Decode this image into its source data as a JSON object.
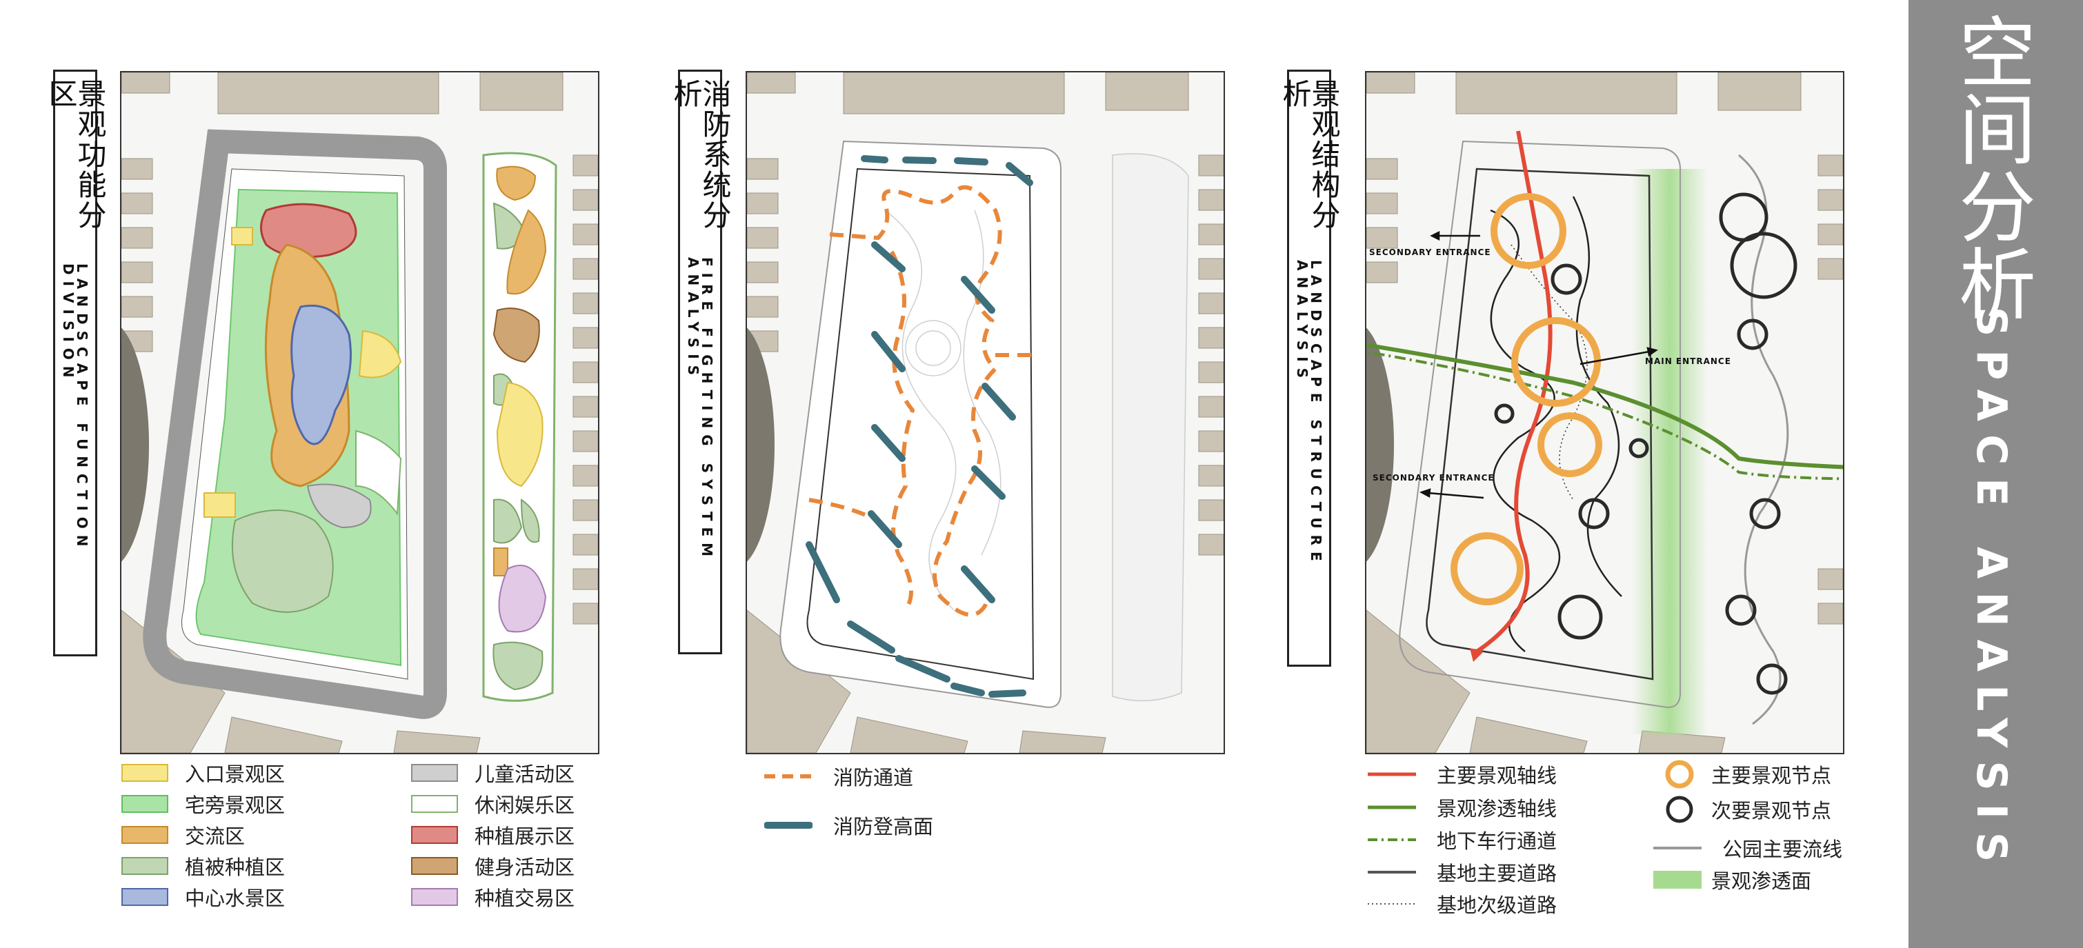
{
  "panel1": {
    "title_cn": "景观功能分区",
    "title_en": "LANDSCAPE FUNCTION DIVISION",
    "legend": [
      {
        "label": "入口景观区",
        "fill": "#f8e68a",
        "border": "#d9b93a"
      },
      {
        "label": "宅旁景观区",
        "fill": "#a9e3a6",
        "border": "#5fbf5f"
      },
      {
        "label": "交流区",
        "fill": "#e8b76a",
        "border": "#c68a2a"
      },
      {
        "label": "植被种植区",
        "fill": "#bfd8b3",
        "border": "#7da26a"
      },
      {
        "label": "中心水景区",
        "fill": "#a9b9de",
        "border": "#4f68a8"
      },
      {
        "label": "儿童活动区",
        "fill": "#cfcfcf",
        "border": "#8c8c8c"
      },
      {
        "label": "休闲娱乐区",
        "fill": "#ffffff",
        "border": "#7fb36a"
      },
      {
        "label": "种植展示区",
        "fill": "#e08a86",
        "border": "#b03a33"
      },
      {
        "label": "健身活动区",
        "fill": "#cfa574",
        "border": "#8a5b27"
      },
      {
        "label": "种植交易区",
        "fill": "#e2c9e6",
        "border": "#a57bb0"
      }
    ]
  },
  "panel2": {
    "title_cn": "消防系统分析",
    "title_en": "FIRE FIGHTING SYSTEM ANALYSIS",
    "legend": [
      {
        "label": "消防通道",
        "color": "#e8873a",
        "style": "dashed"
      },
      {
        "label": "消防登高面",
        "color": "#3d6f7c",
        "style": "solid"
      }
    ]
  },
  "panel3": {
    "title_cn": "景观结构分析",
    "title_en": "LANDSCAPE STRUCTURE ANALYSIS",
    "annotations": {
      "secondary_entrance_1": "SECONDARY ENTRANCE",
      "main_entrance": "MAIN ENTRANCE",
      "secondary_entrance_2": "SECONDARY ENTRANCE"
    },
    "legend_left": [
      {
        "label": "主要景观轴线",
        "color": "#e34a36",
        "style": "solid"
      },
      {
        "label": "景观渗透轴线",
        "color": "#5b8f2f",
        "style": "solid"
      },
      {
        "label": "地下车行通道",
        "color": "#5b8f2f",
        "style": "dashdot"
      },
      {
        "label": "基地主要道路",
        "color": "#555555",
        "style": "solid"
      },
      {
        "label": "基地次级道路",
        "color": "#555555",
        "style": "dotted"
      }
    ],
    "legend_right": [
      {
        "label": "主要景观节点",
        "color": "#f0a94a",
        "style": "ring-major"
      },
      {
        "label": "次要景观节点",
        "color": "#2a2a2a",
        "style": "ring-minor"
      },
      {
        "label": "公园主要流线",
        "color": "#999999",
        "style": "solid"
      },
      {
        "label": "景观渗透面",
        "color": "#a6db8f",
        "style": "area"
      }
    ]
  },
  "side": {
    "title_cn": "空间分析",
    "title_en": "SPACE ANALYSIS",
    "background": "#8c8c8c"
  }
}
